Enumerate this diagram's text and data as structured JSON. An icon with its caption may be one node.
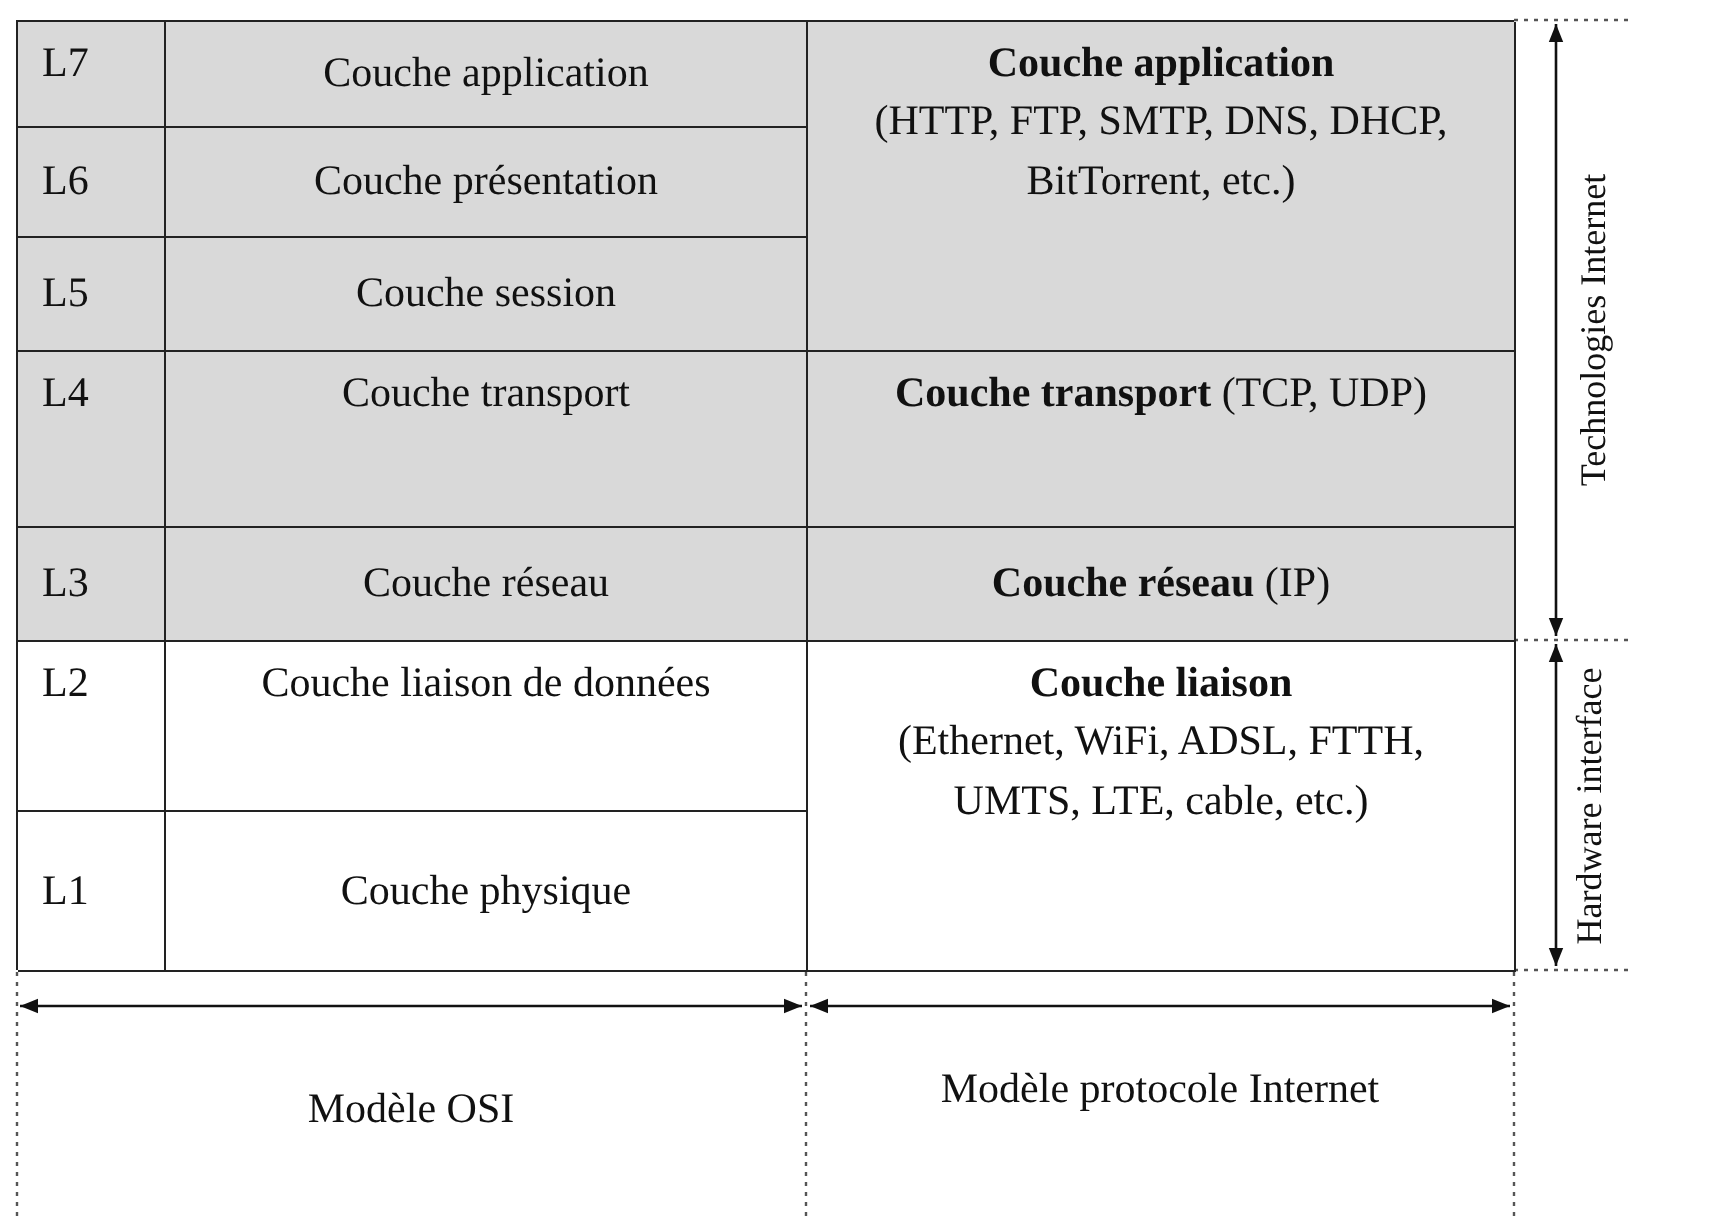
{
  "diagram": {
    "labels": [
      "L7",
      "Couche application",
      "**Couche application** (HTTP, FTP, SMTP, DNS, DHCP, BitTorrent, etc.)",
      "L6",
      "Couche présentation",
      "L5",
      "Couche session",
      "L4",
      "Couche transport",
      "**Couche transport** (TCP, UDP)",
      "L3",
      "Couche réseau",
      "**Couche réseau** (IP)",
      "L2",
      "Couche liaison de données",
      "**Couche liaison** (Ethernet, WiFi, ADSL, FTTH, UMTS, LTE, cable, etc.)",
      "L1",
      "Couche physique",
      "Technologies Internet",
      "Hardware interface",
      "Modèle OSI",
      "Modèle protocole Internet"
    ]
  }
}
